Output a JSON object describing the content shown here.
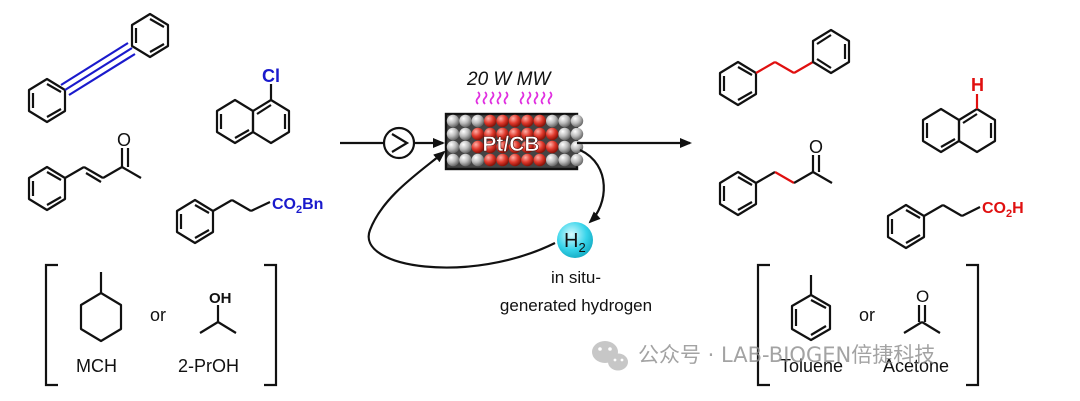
{
  "reaction": {
    "power_label": "20 W MW",
    "catalyst_label": "Pt/CB",
    "hydrogen_symbol": "H",
    "hydrogen_subscript": "2",
    "hydrogen_caption_line1": "in situ-",
    "hydrogen_caption_line2": "generated hydrogen"
  },
  "reactants": {
    "chloronaphthalene_substituent": "Cl",
    "ester_group": "CO",
    "ester_group_sub": "2",
    "ester_group_tail": "Bn",
    "ketone_oxygen": "O"
  },
  "donors": {
    "cyclohexane_label": "MCH",
    "connector": "or",
    "alcohol_label": "2-PrOH",
    "alcohol_group": "OH"
  },
  "products": {
    "naphthalene_substituent": "H",
    "acid_group": "CO",
    "acid_group_sub": "2",
    "acid_group_tail": "H",
    "ketone_oxygen": "O"
  },
  "byproducts": {
    "toluene_label": "Toluene",
    "connector": "or",
    "acetone_label": "Acetone",
    "acetone_oxygen": "O"
  },
  "watermark": {
    "text": "公众号 · LAB-BIOGEN倍捷科技"
  },
  "colors": {
    "alkyne_bond": "#1a1acc",
    "reduced_bond": "#e01010",
    "chlorine": "#1a1acc",
    "hydrogen_sphere": "#2fd6e8",
    "microwave_waves": "#e030e0",
    "catalyst_bead": "#d42a20"
  }
}
